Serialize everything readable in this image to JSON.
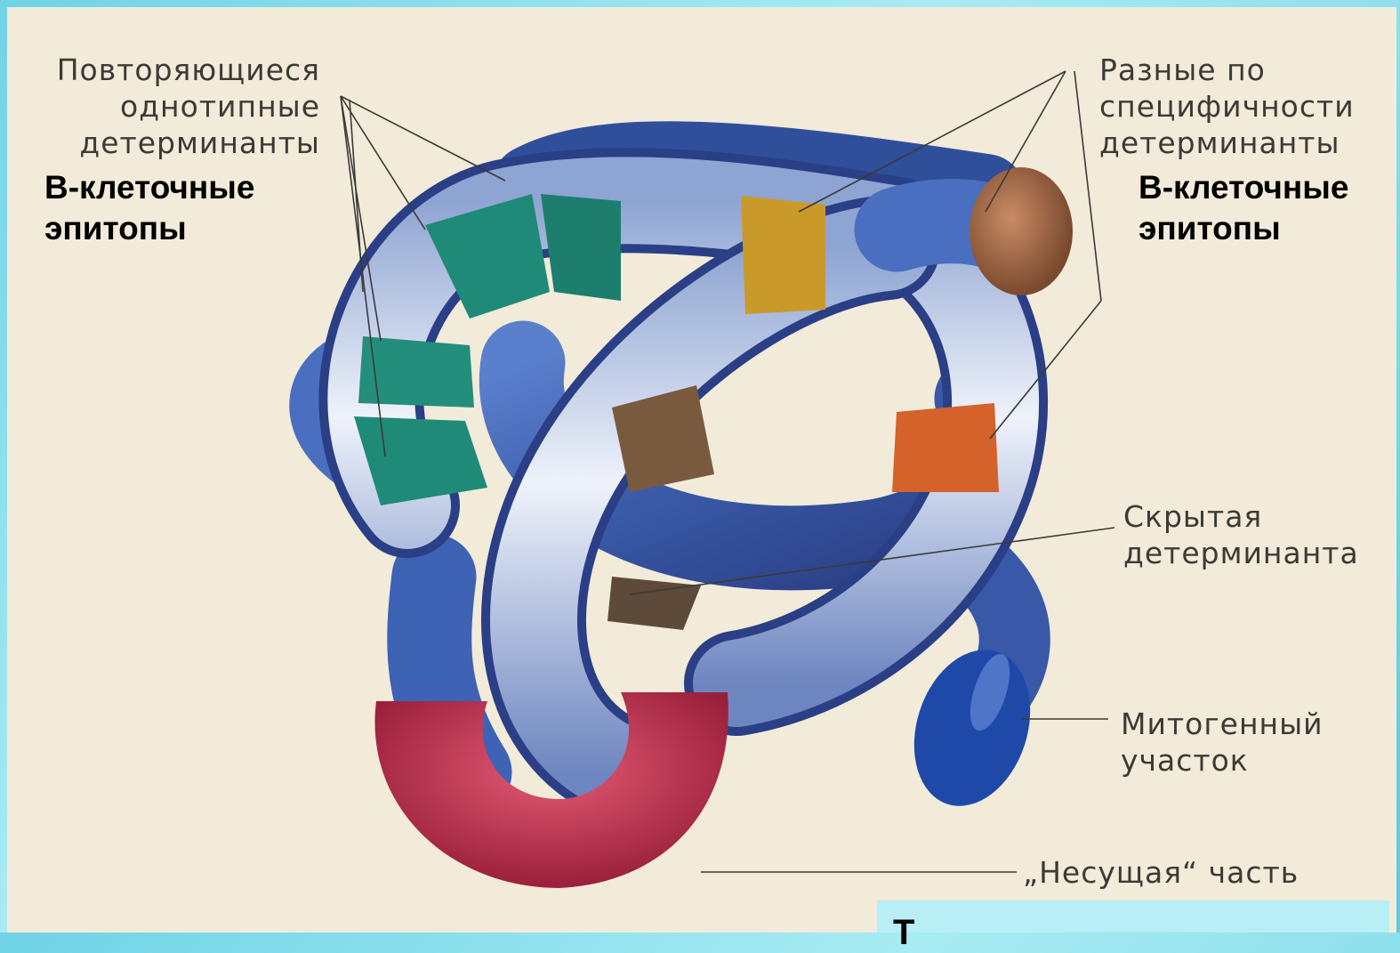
{
  "labels": {
    "repeating": [
      "Повторяющиеся",
      "однотипные",
      "детерминанты"
    ],
    "different": [
      "Разные по",
      "специфичности",
      "детерминанты"
    ],
    "hidden": [
      "Скрытая",
      "детерминанта"
    ],
    "mitogenic": [
      "Митогенный",
      "участок"
    ],
    "carrier": "„Несущая“ часть"
  },
  "bcell_left": [
    "В-клеточные",
    "эпитопы"
  ],
  "bcell_right": [
    "В-клеточные",
    "эпитопы"
  ],
  "bottom_box_text": "Т",
  "colors": {
    "background": "#f2ebda",
    "tube_blue": "#3b5fae",
    "tube_light": "#c9d6ea",
    "green_band": "#1f8a78",
    "gold_band": "#c99a2a",
    "orange_band": "#d4622a",
    "brown_band": "#7a5a3e",
    "carrier_red": "#c8334f",
    "mitogenic_blue": "#1f49a8",
    "end_cap_brown": "#a46a48"
  }
}
